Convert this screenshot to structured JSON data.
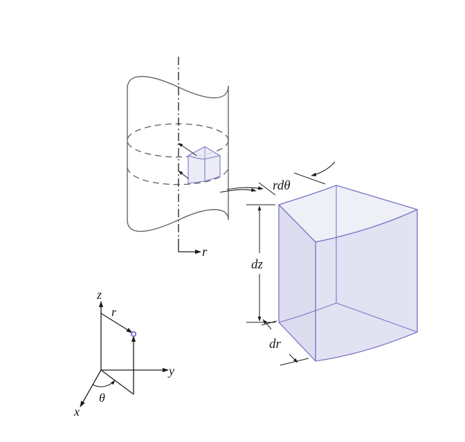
{
  "figure": {
    "labels": {
      "cylinder_r": "r",
      "r_dtheta": "rdθ",
      "dz": "dz",
      "dr": "dr",
      "axis_z": "z",
      "axis_r": "r",
      "axis_y": "y",
      "axis_x": "x",
      "theta": "θ"
    },
    "colors": {
      "element_fill": "#e9e9f5",
      "element_edge": "#7b78c8",
      "point": "#7b78c8",
      "line": "#1a1a1a",
      "cylinder": "#666666"
    }
  }
}
